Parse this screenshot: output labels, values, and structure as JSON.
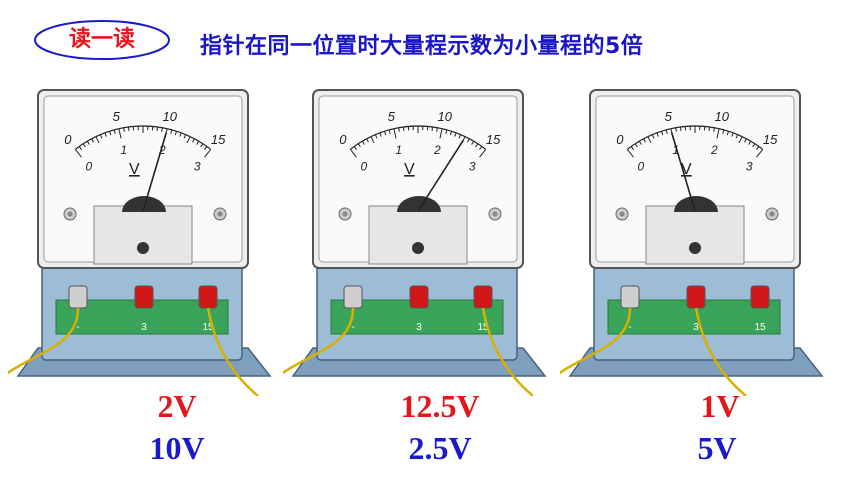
{
  "badge": {
    "label": "读一读"
  },
  "headline": "指针在同一位置时大量程示数为小量程的5倍",
  "meters": [
    {
      "unit": "V",
      "scale_small": [
        "0",
        "1",
        "2",
        "3"
      ],
      "scale_big": [
        "0",
        "5",
        "10",
        "15"
      ],
      "terminals": [
        "-",
        "3",
        "15"
      ],
      "connected": "15",
      "needle_fraction": 0.667,
      "reading_small": "2V",
      "reading_big": "10V"
    },
    {
      "unit": "V",
      "scale_small": [
        "0",
        "1",
        "2",
        "3"
      ],
      "scale_big": [
        "0",
        "5",
        "10",
        "15"
      ],
      "terminals": [
        "-",
        "3",
        "15"
      ],
      "connected": "15",
      "needle_fraction": 0.833,
      "reading_small": "12.5V",
      "reading_big": "2.5V"
    },
    {
      "unit": "V",
      "scale_small": [
        "0",
        "1",
        "2",
        "3"
      ],
      "scale_big": [
        "0",
        "5",
        "10",
        "15"
      ],
      "terminals": [
        "-",
        "3",
        "15"
      ],
      "connected": "3",
      "needle_fraction": 0.333,
      "reading_small": "1V",
      "reading_big": "5V"
    }
  ],
  "colors": {
    "red": "#e3161d",
    "blue": "#1a1acc",
    "green_panel": "#3aa55a",
    "body_blue": "#9dbcd6"
  }
}
